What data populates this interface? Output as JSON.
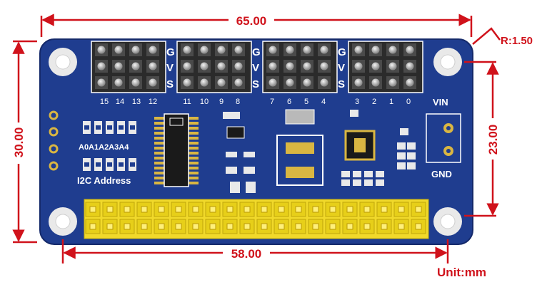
{
  "dimensions": {
    "width_top": "65.00",
    "width_bottom": "58.00",
    "height_left": "30.00",
    "height_right": "23.00",
    "radius": "R:1.50",
    "unit": "Unit:mm"
  },
  "silkscreen": {
    "row_labels": [
      "G",
      "V",
      "S"
    ],
    "channel_groups": [
      [
        "15",
        "14",
        "13",
        "12"
      ],
      [
        "11",
        "10",
        "9",
        "8"
      ],
      [
        "7",
        "6",
        "5",
        "4"
      ],
      [
        "3",
        "2",
        "1",
        "0"
      ]
    ],
    "address_pins": "A0A1A2A3A4",
    "i2c_label": "I2C Address",
    "vin": "VIN",
    "gnd": "GND"
  },
  "colors": {
    "board": "#1f3d8f",
    "dimension": "#d0121b",
    "header_pins": "#e8d21e",
    "servo_header": "#3a3a3a"
  }
}
